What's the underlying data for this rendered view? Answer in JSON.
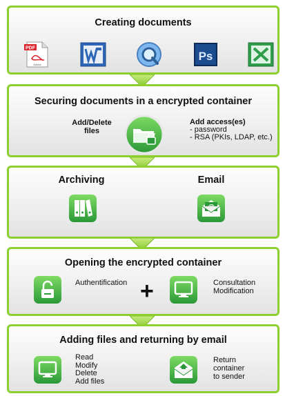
{
  "panels": {
    "creating": {
      "title": "Creating documents",
      "icons": [
        "pdf-icon",
        "word-icon",
        "quicktime-icon",
        "photoshop-icon",
        "excel-icon"
      ],
      "pdf_label": "PDF",
      "adobe_label": "Adobe",
      "ps_label": "Ps"
    },
    "securing": {
      "title": "Securing documents in a encrypted container",
      "left_label": "Add/Delete\nfiles",
      "right_label": "Add access(es)",
      "right_items": "- password\n- RSA (PKIs, LDAP, etc.)"
    },
    "archiving": {
      "archive_label": "Archiving",
      "email_label": "Email"
    },
    "opening": {
      "title": "Opening the encrypted container",
      "left_label": "Authentification",
      "plus": "+",
      "right_label": "Consultation\nModification"
    },
    "adding": {
      "title": "Adding files and returning by email",
      "left_label": "Read\nModify\nDelete\nAdd files",
      "right_label": "Return\ncontainer\nto sender"
    }
  },
  "colors": {
    "accent": "#8ccf2f",
    "button": "#3aa843"
  }
}
